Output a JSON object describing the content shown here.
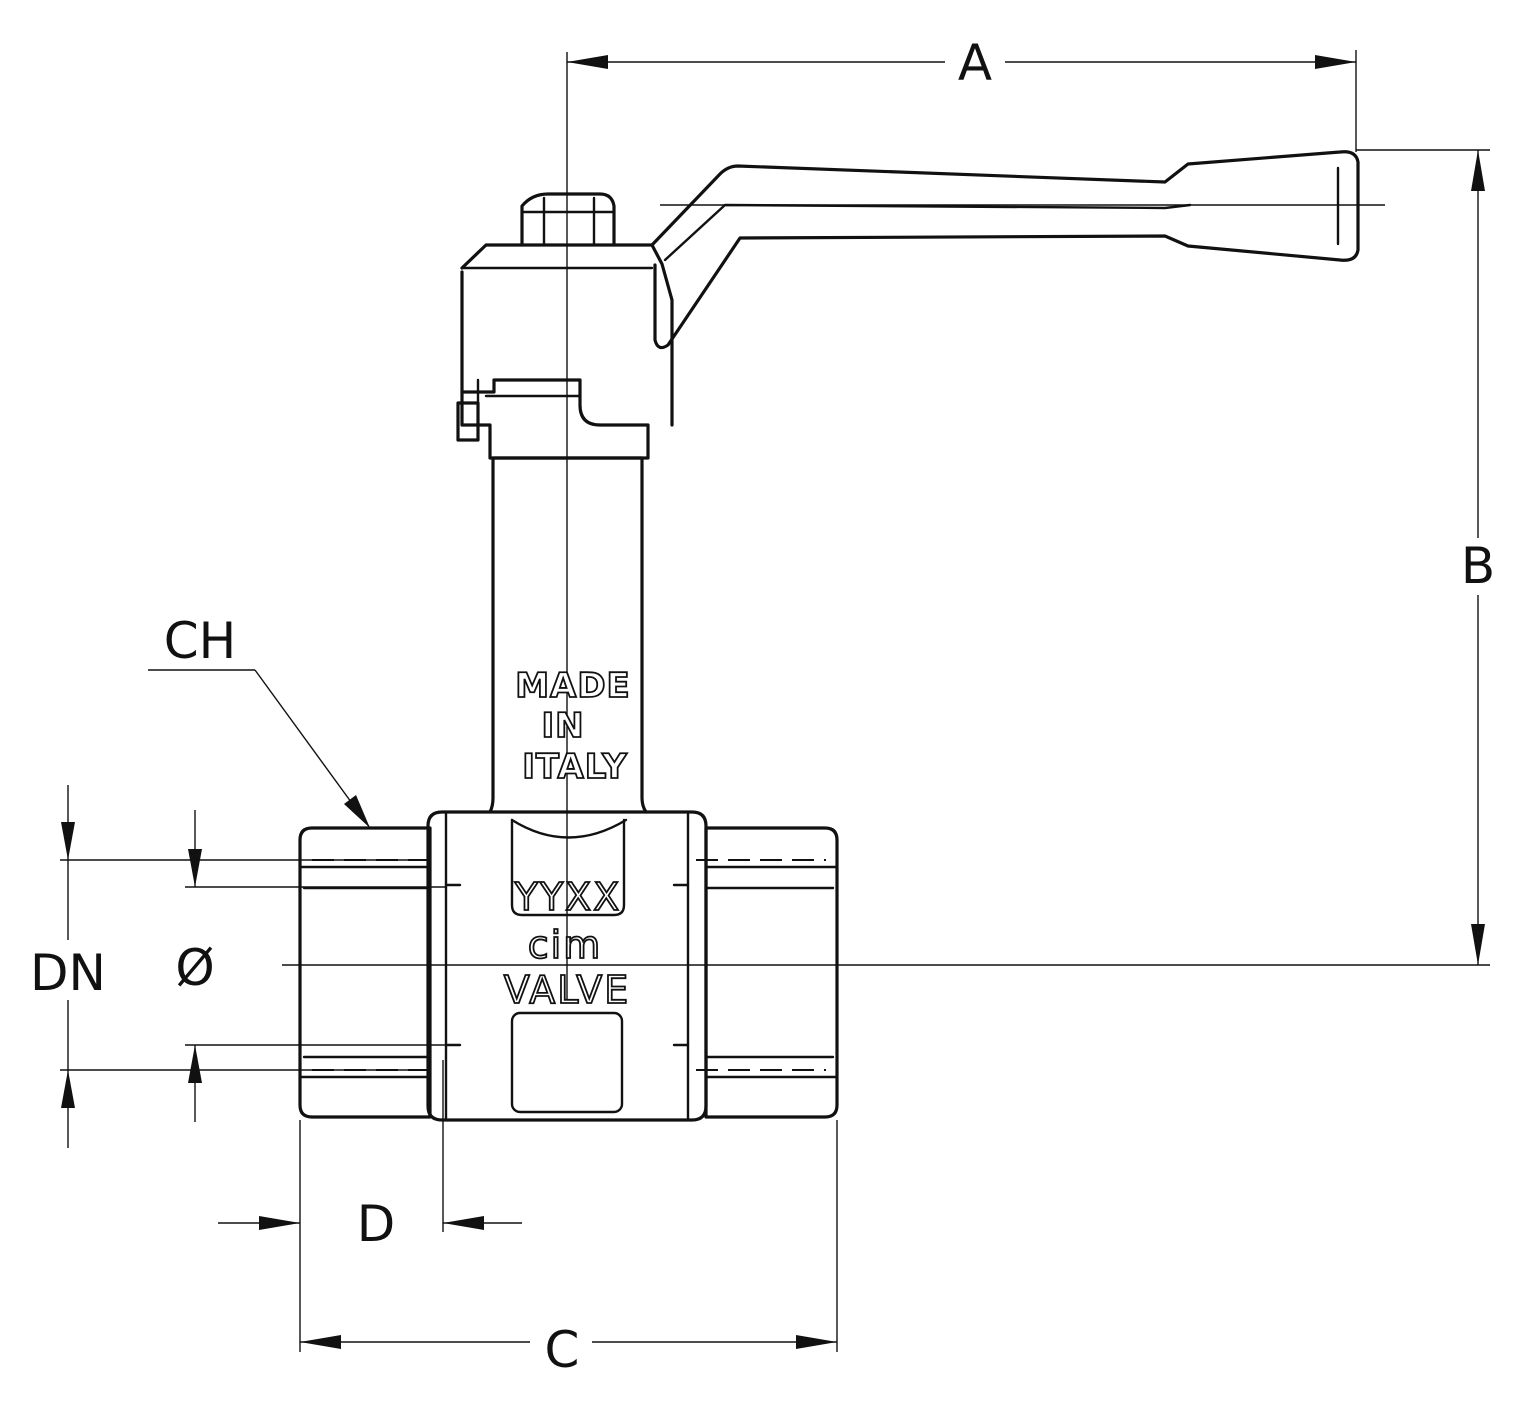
{
  "dimensions": {
    "a": "A",
    "b": "B",
    "c": "C",
    "d": "D",
    "ch": "CH",
    "dn": "DN",
    "phi": "Ø"
  },
  "markings": {
    "made": "MADE",
    "in": "IN",
    "italy": "ITALY",
    "date_code": "YYXX",
    "brand": "cim",
    "valve": "VALVE"
  }
}
